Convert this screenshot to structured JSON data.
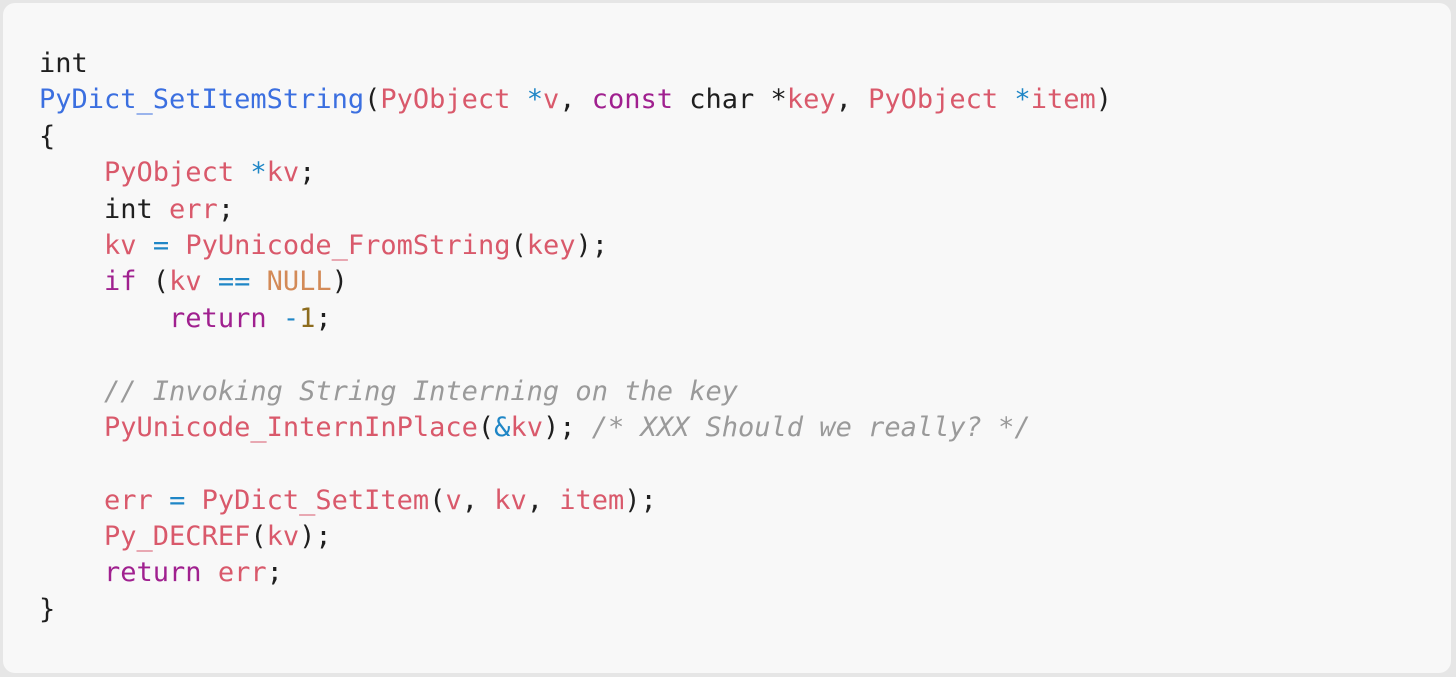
{
  "code_block": {
    "language": "c",
    "colors": {
      "background": "#f8f8f8",
      "default": "#1f1f1f",
      "function_name": "#3b6fe0",
      "type": "#d9596b",
      "operator": "#1f86c6",
      "keyword": "#a0208f",
      "constant": "#d38a57",
      "number": "#8d6c1e",
      "comment": "#9a9a9a"
    },
    "lines": [
      [
        {
          "text": "int",
          "kind": "default"
        }
      ],
      [
        {
          "text": "PyDict_SetItemString",
          "kind": "func"
        },
        {
          "text": "(",
          "kind": "punct"
        },
        {
          "text": "PyObject",
          "kind": "type"
        },
        {
          "text": " ",
          "kind": "default"
        },
        {
          "text": "*",
          "kind": "op"
        },
        {
          "text": "v",
          "kind": "param"
        },
        {
          "text": ", ",
          "kind": "punct"
        },
        {
          "text": "const",
          "kind": "keyword"
        },
        {
          "text": " char *",
          "kind": "default"
        },
        {
          "text": "key",
          "kind": "param"
        },
        {
          "text": ", ",
          "kind": "punct"
        },
        {
          "text": "PyObject",
          "kind": "type"
        },
        {
          "text": " ",
          "kind": "default"
        },
        {
          "text": "*",
          "kind": "op"
        },
        {
          "text": "item",
          "kind": "param"
        },
        {
          "text": ")",
          "kind": "punct"
        }
      ],
      [
        {
          "text": "{",
          "kind": "punct"
        }
      ],
      [
        {
          "text": "    ",
          "kind": "default"
        },
        {
          "text": "PyObject",
          "kind": "type"
        },
        {
          "text": " ",
          "kind": "default"
        },
        {
          "text": "*",
          "kind": "op"
        },
        {
          "text": "kv",
          "kind": "var"
        },
        {
          "text": ";",
          "kind": "punct"
        }
      ],
      [
        {
          "text": "    int ",
          "kind": "default"
        },
        {
          "text": "err",
          "kind": "var"
        },
        {
          "text": ";",
          "kind": "punct"
        }
      ],
      [
        {
          "text": "    ",
          "kind": "default"
        },
        {
          "text": "kv",
          "kind": "var"
        },
        {
          "text": " ",
          "kind": "default"
        },
        {
          "text": "=",
          "kind": "op"
        },
        {
          "text": " ",
          "kind": "default"
        },
        {
          "text": "PyUnicode_FromString",
          "kind": "call"
        },
        {
          "text": "(",
          "kind": "punct"
        },
        {
          "text": "key",
          "kind": "var"
        },
        {
          "text": ");",
          "kind": "punct"
        }
      ],
      [
        {
          "text": "    ",
          "kind": "default"
        },
        {
          "text": "if",
          "kind": "keyword"
        },
        {
          "text": " (",
          "kind": "punct"
        },
        {
          "text": "kv",
          "kind": "var"
        },
        {
          "text": " ",
          "kind": "default"
        },
        {
          "text": "==",
          "kind": "op"
        },
        {
          "text": " ",
          "kind": "default"
        },
        {
          "text": "NULL",
          "kind": "const"
        },
        {
          "text": ")",
          "kind": "punct"
        }
      ],
      [
        {
          "text": "        ",
          "kind": "default"
        },
        {
          "text": "return",
          "kind": "keyword"
        },
        {
          "text": " ",
          "kind": "default"
        },
        {
          "text": "-",
          "kind": "op"
        },
        {
          "text": "1",
          "kind": "number"
        },
        {
          "text": ";",
          "kind": "punct"
        }
      ],
      [],
      [
        {
          "text": "    ",
          "kind": "default"
        },
        {
          "text": "// Invoking String Interning on the key",
          "kind": "comment"
        }
      ],
      [
        {
          "text": "    ",
          "kind": "default"
        },
        {
          "text": "PyUnicode_InternInPlace",
          "kind": "call"
        },
        {
          "text": "(",
          "kind": "punct"
        },
        {
          "text": "&",
          "kind": "op"
        },
        {
          "text": "kv",
          "kind": "var"
        },
        {
          "text": "); ",
          "kind": "punct"
        },
        {
          "text": "/* XXX Should we really? */",
          "kind": "comment"
        }
      ],
      [],
      [
        {
          "text": "    ",
          "kind": "default"
        },
        {
          "text": "err",
          "kind": "var"
        },
        {
          "text": " ",
          "kind": "default"
        },
        {
          "text": "=",
          "kind": "op"
        },
        {
          "text": " ",
          "kind": "default"
        },
        {
          "text": "PyDict_SetItem",
          "kind": "call"
        },
        {
          "text": "(",
          "kind": "punct"
        },
        {
          "text": "v",
          "kind": "var"
        },
        {
          "text": ", ",
          "kind": "punct"
        },
        {
          "text": "kv",
          "kind": "var"
        },
        {
          "text": ", ",
          "kind": "punct"
        },
        {
          "text": "item",
          "kind": "var"
        },
        {
          "text": ");",
          "kind": "punct"
        }
      ],
      [
        {
          "text": "    ",
          "kind": "default"
        },
        {
          "text": "Py_DECREF",
          "kind": "call"
        },
        {
          "text": "(",
          "kind": "punct"
        },
        {
          "text": "kv",
          "kind": "var"
        },
        {
          "text": ");",
          "kind": "punct"
        }
      ],
      [
        {
          "text": "    ",
          "kind": "default"
        },
        {
          "text": "return",
          "kind": "keyword"
        },
        {
          "text": " ",
          "kind": "default"
        },
        {
          "text": "err",
          "kind": "var"
        },
        {
          "text": ";",
          "kind": "punct"
        }
      ],
      [
        {
          "text": "}",
          "kind": "punct"
        }
      ]
    ]
  }
}
